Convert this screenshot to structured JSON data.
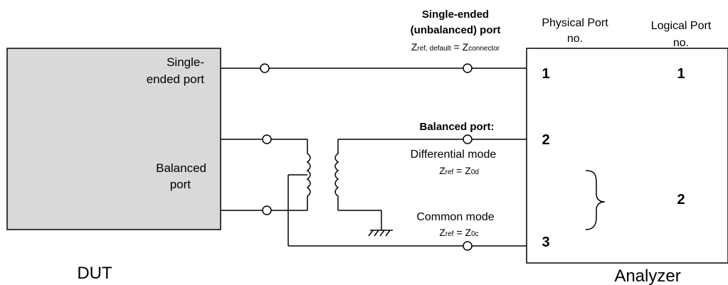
{
  "dut": {
    "caption": "DUT",
    "single_ended_label": [
      "Single-",
      "ended port"
    ],
    "balanced_label": [
      "Balanced",
      "port"
    ],
    "fill": "#d9d9d9"
  },
  "analyzer": {
    "caption": "Analyzer",
    "physical_header": [
      "Physical Port",
      "no."
    ],
    "logical_header": [
      "Logical Port",
      "no."
    ],
    "physical_ports": [
      "1",
      "2",
      "3"
    ],
    "logical_ports": [
      "1",
      "2"
    ]
  },
  "single_ended": {
    "title": [
      "Single-ended",
      "(unbalanced) port"
    ],
    "z_main": "Z",
    "z_sub": "ref, default",
    "eq": " = Z",
    "z_sub2": "connector"
  },
  "balanced": {
    "title": "Balanced port:",
    "diff_label": "Differential  mode",
    "diff_z": "Z",
    "diff_sub": "ref",
    "diff_eq": " = Z",
    "diff_sub2": "0d",
    "common_label": "Common mode",
    "common_z": "Z",
    "common_sub": "ref",
    "common_eq": " = Z",
    "common_sub2": "0c"
  }
}
